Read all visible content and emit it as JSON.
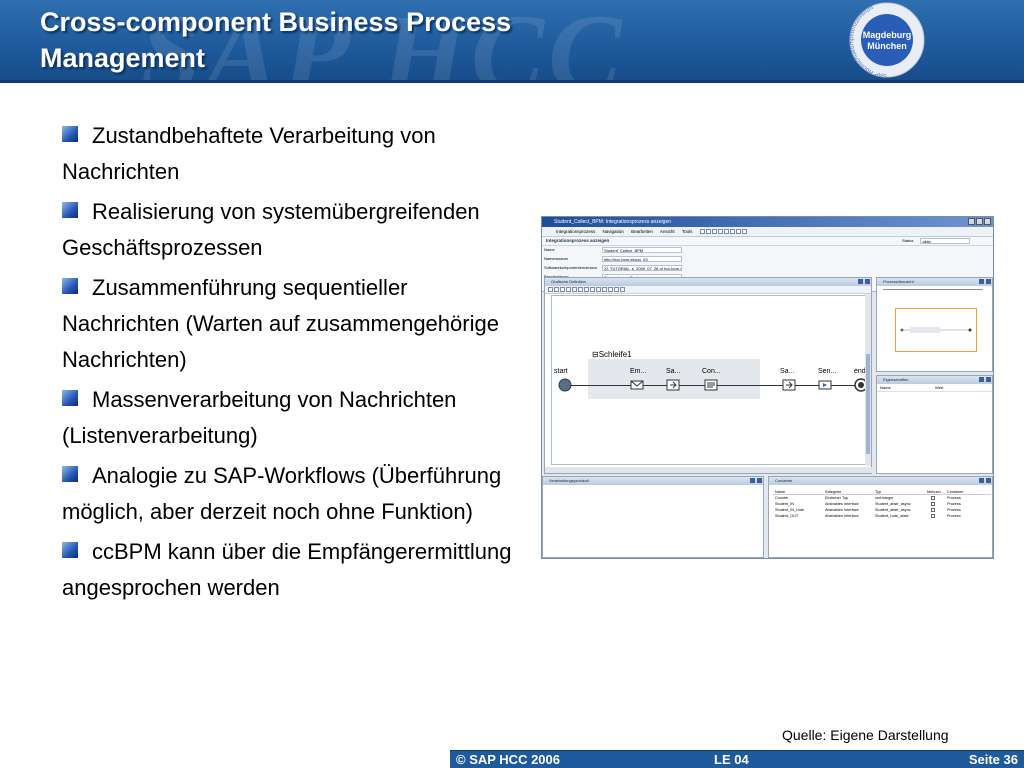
{
  "header": {
    "title_line1": "Cross-component Business Process",
    "title_line2": "Management",
    "watermark": "SAP HCC",
    "seal": {
      "center_line1": "Magdeburg",
      "center_line2": "München",
      "ring_text": "SAP Hochschulkompetenzzentrum"
    }
  },
  "bullets": [
    {
      "text": "Zustandbehaftete Verarbeitung von Nachrichten"
    },
    {
      "text": "Realisierung von systemübergreifenden Geschäftsprozessen"
    },
    {
      "text": "Zusammenführung sequentieller Nachrichten (Warten auf zusammengehörige Nachrichten)"
    },
    {
      "text": "Massenverarbeitung von Nachrichten (Listenverarbeitung)"
    },
    {
      "text": "Analogie zu SAP-Workflows (Überführung möglich, aber derzeit noch ohne Funktion)"
    },
    {
      "text": "ccBPM kann über die Empfängerermittlung angesprochen werden"
    }
  ],
  "screenshot": {
    "window_title": "Student_Collect_BPM: Integrationsprozess anzeigen",
    "menu": [
      "Integrationsprozess",
      "Navigation",
      "Bearbeiten",
      "Ansicht",
      "Tools"
    ],
    "props_heading": "Integrationsprozess anzeigen",
    "status_label": "Status",
    "status_value": "aktiv",
    "fields": [
      {
        "key": "Name",
        "value": "Student_Collect_BPM"
      },
      {
        "key": "Namensraum",
        "value": "http://hcc.bpm.ekson_03"
      },
      {
        "key": "Softwarekomponentenversion",
        "value": "XI_TUTORIAL_s_2005_07_28 of hcc.bpm.xi"
      },
      {
        "key": "Beschreibung",
        "value": "Sammeln von Studenten"
      }
    ],
    "graph_pane_title": "Grafische Definition",
    "overview_pane_title": "Prozessübersicht",
    "properties_pane_title": "Eigenschaften",
    "properties_cols": [
      "Name",
      "Wert"
    ],
    "loop_label": "Schleife1",
    "nodes": [
      {
        "label": "start"
      },
      {
        "label": "Em..."
      },
      {
        "label": "Sa..."
      },
      {
        "label": "Con..."
      },
      {
        "label": "Sa..."
      },
      {
        "label": "Sen..."
      },
      {
        "label": "ende"
      }
    ],
    "processing_pane_title": "Verarbeitungsprotokoll",
    "container_pane_title": "Container",
    "container_cols": [
      "Name",
      "Kategorie",
      "Typ",
      "Mehrzei...",
      "Container"
    ],
    "container_rows": [
      {
        "name": "Counter",
        "category": "Einfacher Typ",
        "type": "xsd:integer",
        "container": "Prozess"
      },
      {
        "name": "Student_IN",
        "category": "Abstraktes Interface",
        "type": "Student_abstr_async",
        "container": "Prozess"
      },
      {
        "name": "Student_IN_Liste",
        "category": "Abstraktes Interface",
        "type": "Student_abstr_async",
        "container": "Prozess"
      },
      {
        "name": "Student_OUT",
        "category": "Abstraktes Interface",
        "type": "Student_Liste_abstr",
        "container": "Prozess"
      }
    ]
  },
  "source_note": "Quelle: Eigene Darstellung",
  "footer": {
    "left": "© SAP HCC 2006",
    "center": "LE 04",
    "right": "Seite 36"
  },
  "colors": {
    "header_blue": "#1e5a9c",
    "bullet_blue": "#2455b3",
    "seal_blue": "#2a5db8"
  }
}
